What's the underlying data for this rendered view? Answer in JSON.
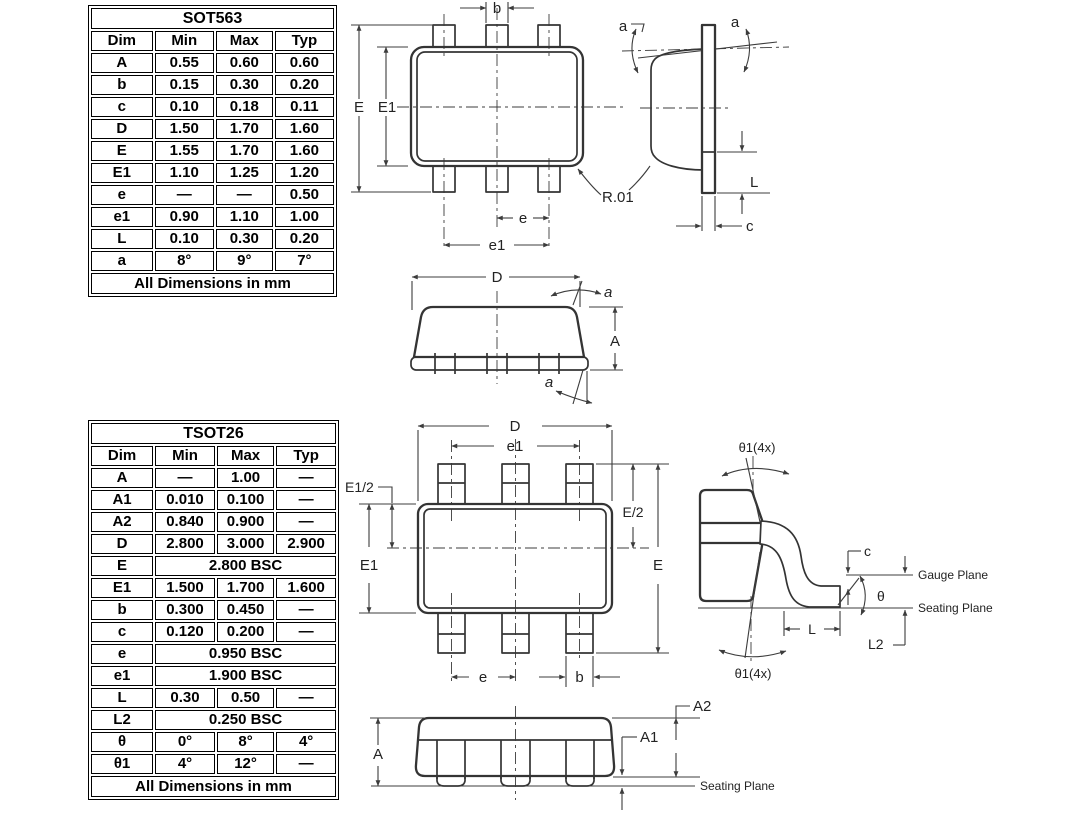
{
  "page": {
    "background": "#ffffff",
    "line_color": "#3c3c3c",
    "text_color": "#000000"
  },
  "sot563": {
    "title": "SOT563",
    "headers": [
      "Dim",
      "Min",
      "Max",
      "Typ"
    ],
    "rows": [
      [
        "A",
        "0.55",
        "0.60",
        "0.60"
      ],
      [
        "b",
        "0.15",
        "0.30",
        "0.20"
      ],
      [
        "c",
        "0.10",
        "0.18",
        "0.11"
      ],
      [
        "D",
        "1.50",
        "1.70",
        "1.60"
      ],
      [
        "E",
        "1.55",
        "1.70",
        "1.60"
      ],
      [
        "E1",
        "1.10",
        "1.25",
        "1.20"
      ],
      [
        "e",
        "—",
        "—",
        "0.50"
      ],
      [
        "e1",
        "0.90",
        "1.10",
        "1.00"
      ],
      [
        "L",
        "0.10",
        "0.30",
        "0.20"
      ],
      [
        "a",
        "8°",
        "9°",
        "7°"
      ]
    ],
    "footer": "All Dimensions in mm"
  },
  "tsot26": {
    "title": "TSOT26",
    "headers": [
      "Dim",
      "Min",
      "Max",
      "Typ"
    ],
    "rows": [
      [
        "A",
        "—",
        "1.00",
        "—"
      ],
      [
        "A1",
        "0.010",
        "0.100",
        "—"
      ],
      [
        "A2",
        "0.840",
        "0.900",
        "—"
      ],
      [
        "D",
        "2.800",
        "3.000",
        "2.900"
      ],
      [
        "E",
        "2.800 BSC"
      ],
      [
        "E1",
        "1.500",
        "1.700",
        "1.600"
      ],
      [
        "b",
        "0.300",
        "0.450",
        "—"
      ],
      [
        "c",
        "0.120",
        "0.200",
        "—"
      ],
      [
        "e",
        "0.950 BSC"
      ],
      [
        "e1",
        "1.900 BSC"
      ],
      [
        "L",
        "0.30",
        "0.50",
        "—"
      ],
      [
        "L2",
        "0.250 BSC"
      ],
      [
        "θ",
        "0°",
        "8°",
        "4°"
      ],
      [
        "θ1",
        "4°",
        "12°",
        "—"
      ]
    ],
    "footer": "All Dimensions in mm"
  },
  "labels": {
    "s563_top": {
      "b": "b",
      "E": "E",
      "E1": "E1",
      "e": "e",
      "e1": "e1",
      "r": "R.01"
    },
    "s563_side": {
      "a1": "a",
      "a2": "a",
      "L": "L",
      "c": "c"
    },
    "s563_front": {
      "D": "D",
      "A": "A",
      "a_top": "a",
      "a_bot": "a"
    },
    "t26_top": {
      "D": "D",
      "e1": "e1",
      "E1half": "E1/2",
      "E1": "E1",
      "Ehalf": "E/2",
      "E": "E",
      "e": "e",
      "b": "b"
    },
    "t26_side": {
      "t1top": "θ1(4x)",
      "t1bot": "θ1(4x)",
      "c": "c",
      "theta": "θ",
      "gauge": "Gauge Plane",
      "seating": "Seating Plane",
      "L": "L",
      "L2": "L2"
    },
    "t26_front": {
      "A": "A",
      "A2": "A2",
      "A1": "A1",
      "seating": "Seating Plane"
    }
  }
}
